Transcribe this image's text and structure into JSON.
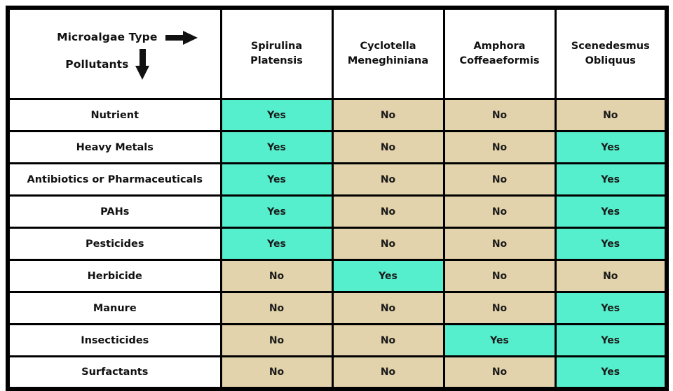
{
  "table": {
    "axis": {
      "column_axis_label": "Microalgae Type",
      "row_axis_label": "Pollutants",
      "column_axis_arrow": "arrow-right-icon",
      "row_axis_arrow": "arrow-down-icon"
    },
    "columns": [
      {
        "line1": "Spirulina",
        "line2": "Platensis"
      },
      {
        "line1": "Cyclotella",
        "line2": "Meneghiniana"
      },
      {
        "line1": "Amphora",
        "line2": "Coffeaeformis"
      },
      {
        "line1": "Scenedesmus",
        "line2": "Obliquus"
      }
    ],
    "rows": [
      {
        "label": "Nutrient",
        "values": [
          "Yes",
          "No",
          "No",
          "No"
        ]
      },
      {
        "label": "Heavy Metals",
        "values": [
          "Yes",
          "No",
          "No",
          "Yes"
        ]
      },
      {
        "label": "Antibiotics or Pharmaceuticals",
        "values": [
          "Yes",
          "No",
          "No",
          "Yes"
        ]
      },
      {
        "label": "PAHs",
        "values": [
          "Yes",
          "No",
          "No",
          "Yes"
        ]
      },
      {
        "label": "Pesticides",
        "values": [
          "Yes",
          "No",
          "No",
          "Yes"
        ]
      },
      {
        "label": "Herbicide",
        "values": [
          "No",
          "Yes",
          "No",
          "No"
        ]
      },
      {
        "label": "Manure",
        "values": [
          "No",
          "No",
          "No",
          "Yes"
        ]
      },
      {
        "label": "Insecticides",
        "values": [
          "No",
          "No",
          "Yes",
          "Yes"
        ]
      },
      {
        "label": "Surfactants",
        "values": [
          "No",
          "No",
          "No",
          "Yes"
        ]
      }
    ],
    "colors": {
      "yes_fill": "#56efcd",
      "no_fill": "#e3d3ac",
      "border": "#000000",
      "text": "#111111",
      "background": "#ffffff"
    },
    "legend": {
      "yes_text": "Yes",
      "no_text": "No"
    }
  }
}
